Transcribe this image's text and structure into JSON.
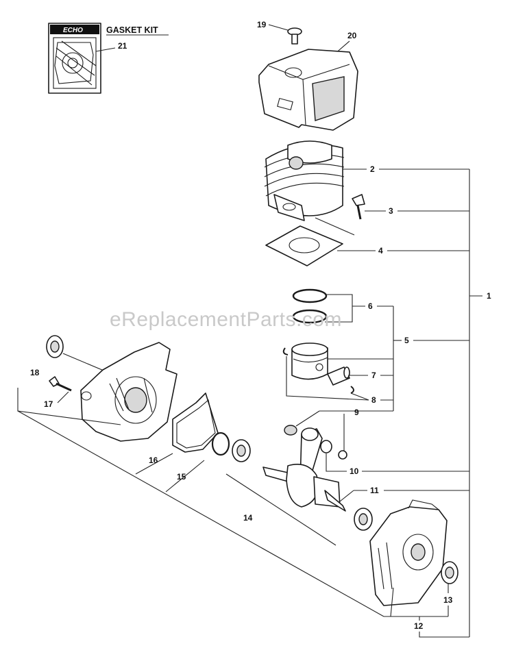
{
  "watermark": "eReplacementParts.com",
  "gasket_kit": {
    "brand": "ECHO",
    "title": "GASKET KIT"
  },
  "callouts": {
    "1": "1",
    "2": "2",
    "3": "3",
    "4": "4",
    "5": "5",
    "6": "6",
    "7": "7",
    "8": "8",
    "9": "9",
    "10": "10",
    "11": "11",
    "12": "12",
    "13": "13",
    "14": "14",
    "15": "15",
    "16": "16",
    "17": "17",
    "18": "18",
    "19": "19",
    "20": "20",
    "21": "21"
  },
  "colors": {
    "line": "#222222",
    "watermark": "#c9c9c9",
    "background": "#ffffff"
  }
}
